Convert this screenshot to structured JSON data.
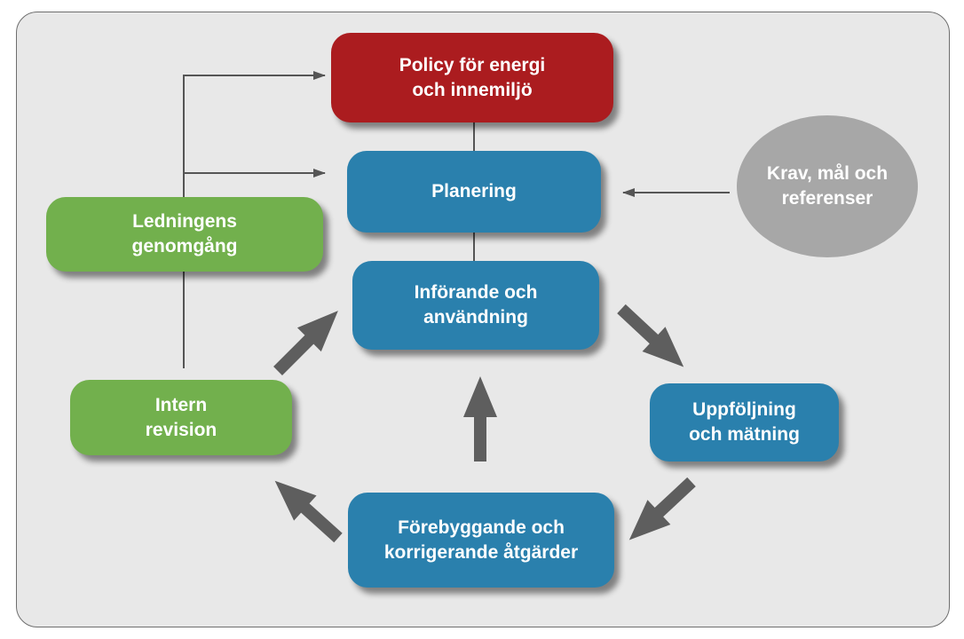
{
  "diagram": {
    "nodes": {
      "policy": "Policy för energi\noch innemiljö",
      "planering": "Planering",
      "inforande": "Införande och\nanvändning",
      "uppfoljning": "Uppföljning\noch mätning",
      "forebyggande": "Förebyggande och\nkorrigerande åtgärder",
      "intern_revision": "Intern\nrevision",
      "ledningens": "Ledningens\ngenomgång",
      "krav": "Krav, mål och\nreferenser"
    },
    "colors": {
      "panel": "#e8e8e8",
      "red": "#ab1c1f",
      "blue": "#2a80ad",
      "green": "#72b04d",
      "grey_ellipse": "#a7a7a7",
      "big_arrow": "#5e5e5e",
      "thin_line": "#555555"
    },
    "edges": [
      {
        "from": "ledningens",
        "to": "policy",
        "style": "thin"
      },
      {
        "from": "ledningens",
        "to": "planering",
        "style": "thin"
      },
      {
        "from": "intern_revision",
        "to": "ledningens",
        "style": "thin-line"
      },
      {
        "from": "krav",
        "to": "planering",
        "style": "thin"
      },
      {
        "from": "policy",
        "to": "planering",
        "style": "line"
      },
      {
        "from": "planering",
        "to": "inforande",
        "style": "line"
      },
      {
        "from": "inforande",
        "to": "uppfoljning",
        "style": "thick"
      },
      {
        "from": "uppfoljning",
        "to": "forebyggande",
        "style": "thick"
      },
      {
        "from": "forebyggande",
        "to": "inforande",
        "style": "thick"
      },
      {
        "from": "forebyggande",
        "to": "intern_revision",
        "style": "thick"
      },
      {
        "from": "intern_revision",
        "to": "inforande",
        "style": "thick"
      }
    ]
  }
}
